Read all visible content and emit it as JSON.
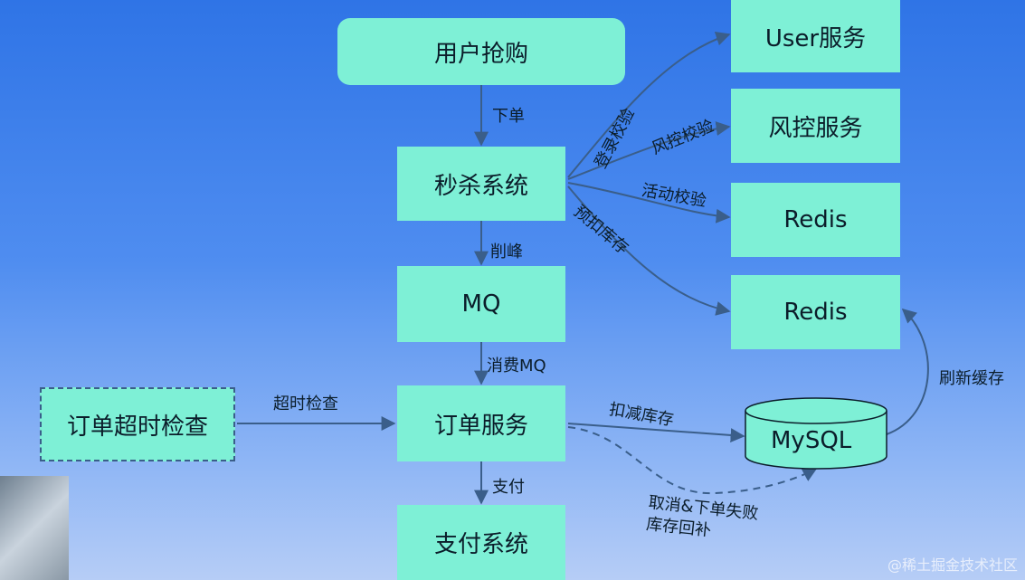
{
  "nodes": {
    "user_buy": "用户抢购",
    "seckill": "秒杀系统",
    "mq": "MQ",
    "order_service": "订单服务",
    "pay_system": "支付系统",
    "order_timeout": "订单超时检查",
    "user_service": "User服务",
    "risk_service": "风控服务",
    "redis_1": "Redis",
    "redis_2": "Redis",
    "mysql": "MySQL"
  },
  "edges": {
    "place_order": "下单",
    "peak_shaving": "削峰",
    "consume_mq": "消费MQ",
    "pay": "支付",
    "timeout_check": "超时检查",
    "login_check": "登录校验",
    "risk_check": "风控校验",
    "activity_check": "活动校验",
    "pre_deduct": "预扣库存",
    "deduct_stock": "扣减库存",
    "refresh_cache": "刷新缓存",
    "cancel_restore": "取消&下单失败库存回补"
  },
  "watermark": "@稀土掘金技术社区",
  "colors": {
    "node_fill": "#7ef0d6",
    "line": "#3a5e8a"
  }
}
